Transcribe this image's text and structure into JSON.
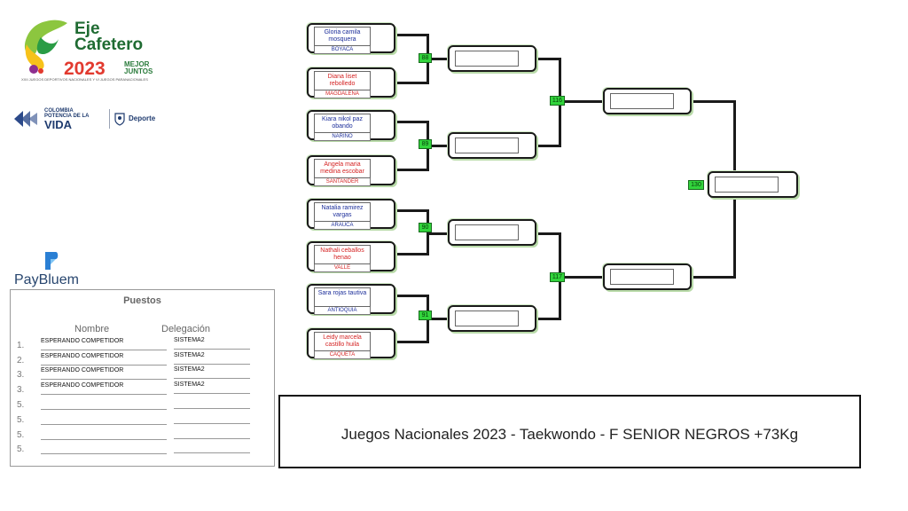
{
  "logos": {
    "eje_word1": "Eje",
    "eje_word2": "Cafetero",
    "eje_year": "2023",
    "eje_mejor": "MEJOR",
    "eje_juntos": "JUNTOS",
    "eje_small": "XXII JUEGOS DEPORTIVOS NACIONALES Y VI JUEGOS PARANACIONALES",
    "col_line1": "COLOMBIA",
    "col_line2": "POTENCIA DE LA",
    "col_vida": "VIDA",
    "col_deporte": "Deporte",
    "pay": "PayBluem"
  },
  "puestos": {
    "title": "Puestos",
    "col_nombre": "Nombre",
    "col_delegacion": "Delegación",
    "rows": [
      {
        "num": "1.",
        "nombre": "ESPERANDO COMPETIDOR",
        "delegacion": "SISTEMA2"
      },
      {
        "num": "2.",
        "nombre": "ESPERANDO COMPETIDOR",
        "delegacion": "SISTEMA2"
      },
      {
        "num": "3.",
        "nombre": "ESPERANDO COMPETIDOR",
        "delegacion": "SISTEMA2"
      },
      {
        "num": "3.",
        "nombre": "ESPERANDO COMPETIDOR",
        "delegacion": "SISTEMA2"
      },
      {
        "num": "5.",
        "nombre": "",
        "delegacion": ""
      },
      {
        "num": "5.",
        "nombre": "",
        "delegacion": ""
      },
      {
        "num": "5.",
        "nombre": "",
        "delegacion": ""
      },
      {
        "num": "5.",
        "nombre": "",
        "delegacion": ""
      }
    ]
  },
  "bracket": {
    "competitors": [
      {
        "name": "Gloria camila mosquera",
        "delegation": "BOYACA",
        "corner": "blue"
      },
      {
        "name": "Diana liset rebolledo",
        "delegation": "MAGDALENA",
        "corner": "red"
      },
      {
        "name": "Kiara nikol paz obando",
        "delegation": "NARIÑO",
        "corner": "blue"
      },
      {
        "name": "Angela maria medina escobar",
        "delegation": "SANTANDER",
        "corner": "red"
      },
      {
        "name": "Natalia ramirez vargas",
        "delegation": "ARAUCA",
        "corner": "blue"
      },
      {
        "name": "Nathali ceballos henao",
        "delegation": "VALLE",
        "corner": "red"
      },
      {
        "name": "Sara rojas tautiva",
        "delegation": "ANTIOQUIA",
        "corner": "blue"
      },
      {
        "name": "Leidy marcela castillo huila",
        "delegation": "CAQUETA",
        "corner": "red"
      }
    ],
    "matches": {
      "m88": "88",
      "m89": "89",
      "m90": "90",
      "m91": "91",
      "m116": "116",
      "m117": "117",
      "m130": "130"
    }
  },
  "title": "Juegos Nacionales 2023 - Taekwondo - F SENIOR NEGROS +73Kg",
  "colors": {
    "blue_corner": "#1c2e9a",
    "red_corner": "#d42222",
    "match_badge": "#32d43c"
  }
}
